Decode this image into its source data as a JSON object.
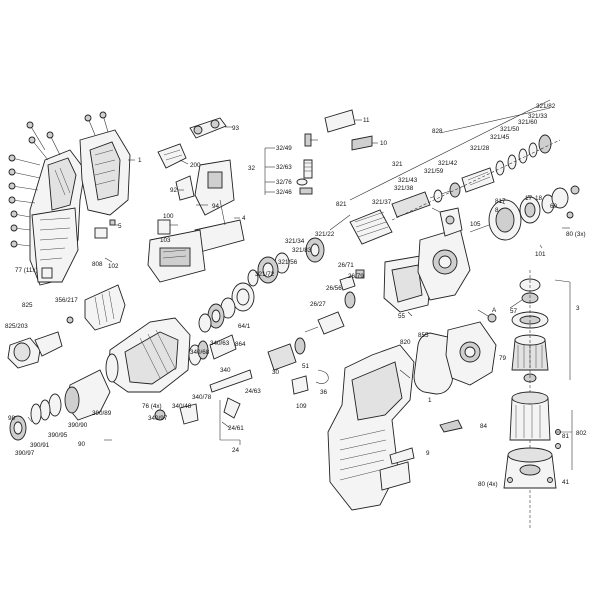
{
  "labels": {
    "p93": "93",
    "p1a": "1",
    "p200": "200",
    "p92": "92",
    "p94": "94",
    "p4": "4",
    "p100": "100",
    "p103": "103",
    "p5": "5",
    "p102": "102",
    "p808": "808",
    "p77": "77 (11x)",
    "p11": "11",
    "p10": "10",
    "p32": "32",
    "p32_49": "32/49",
    "p32_63": "32/63",
    "p32_76": "32/76",
    "p32_46": "32/46",
    "p828": "828",
    "p321_82": "321/82",
    "p321_33": "321/33",
    "p321_60": "321/60",
    "p321_50": "321/50",
    "p321_45": "321/45",
    "p321_28": "321/28",
    "p321_42": "321/42",
    "p321_59": "321/59",
    "p321": "321",
    "p321_43": "321/43",
    "p321_38": "321/38",
    "p821": "821",
    "p321_37": "321/37",
    "p321_22": "321/22",
    "p321_34": "321/34",
    "p321_83": "321/83",
    "p321_56": "321/56",
    "p321_72": "321/72",
    "p26_71": "26/71",
    "p26_79": "26/79",
    "p26_56": "26/56",
    "p26_27": "26/27",
    "p817": "817",
    "p8": "8",
    "p17": "17",
    "p18": "18",
    "p60": "60",
    "p105": "105",
    "p80_3x": "80 (3x)",
    "p101": "101",
    "p825": "825",
    "p356_217": "356/217",
    "p825_203": "825/203",
    "p55": "55",
    "p820": "820",
    "pA": "A",
    "p51": "51",
    "p340_63": "340/63",
    "p340_68": "340/68",
    "p64_1": "64/1",
    "p864": "864",
    "p340": "340",
    "p340_78": "340/78",
    "p340_48": "340/48",
    "p76_4x": "76 (4x)",
    "p340_97": "340/97",
    "p24_63": "24/63",
    "p24_61": "24/61",
    "p24": "24",
    "p30": "30",
    "p109": "109",
    "p36": "36",
    "p98": "98",
    "p390_91": "390/91",
    "p390_95": "390/95",
    "p390_97": "390/97",
    "p390_90": "390/90",
    "p390_89": "390/89",
    "p90": "90",
    "p1b": "1",
    "p84": "84",
    "p9": "9",
    "p855": "855",
    "p57": "57",
    "p3": "3",
    "p79": "79",
    "p81": "81",
    "p802": "802",
    "p80_4x": "80 (4x)",
    "p41": "41"
  }
}
